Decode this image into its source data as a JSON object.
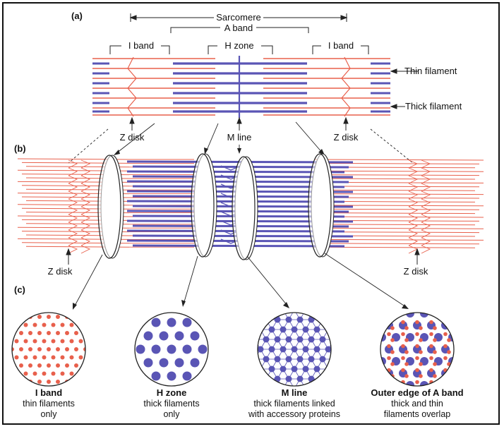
{
  "colors": {
    "thin": "#e8604c",
    "thick": "#5a55b5",
    "line": "#222222"
  },
  "panels": {
    "a": "(a)",
    "b": "(b)",
    "c": "(c)"
  },
  "labels": {
    "sarcomere": "Sarcomere",
    "a_band": "A band",
    "i_band": "I band",
    "h_zone": "H zone",
    "thin_filament": "Thin filament",
    "thick_filament": "Thick filament",
    "z_disk": "Z disk",
    "m_line": "M line"
  },
  "cross_sections": [
    {
      "title": "I band",
      "line1": "thin filaments",
      "line2": "only"
    },
    {
      "title": "H zone",
      "line1": "thick filaments",
      "line2": "only"
    },
    {
      "title": "M line",
      "line1": "thick filaments linked",
      "line2": "with accessory proteins"
    },
    {
      "title": "Outer edge of A band",
      "line1": "thick and thin",
      "line2": "filaments overlap"
    }
  ]
}
